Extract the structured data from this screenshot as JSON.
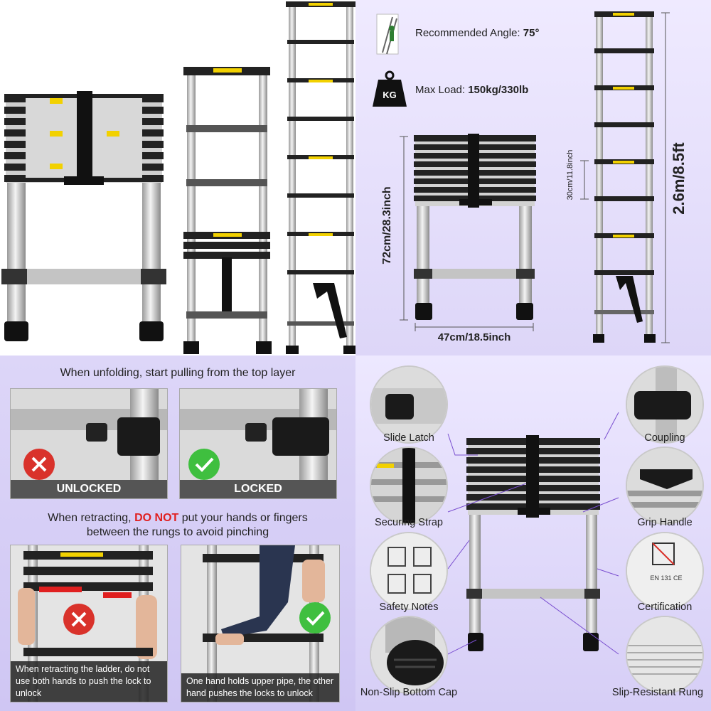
{
  "specs": {
    "angle_label": "Recommended Angle:",
    "angle_value": "75°",
    "load_label": "Max Load:",
    "load_value": "150kg/330lb",
    "kg_icon_text": "KG"
  },
  "dimensions": {
    "closed_height": "72cm/28.3inch",
    "width": "47cm/18.5inch",
    "rung_spacing": "30cm/11.8inch",
    "extended_height": "2.6m/8.5ft"
  },
  "instructions": {
    "unfold_header": "When unfolding, start pulling from the top layer",
    "unlocked_label": "UNLOCKED",
    "locked_label": "LOCKED",
    "retract_before": "When retracting,",
    "retract_warning": "DO NOT",
    "retract_after": "put your hands or fingers",
    "retract_line2": "between the rungs to avoid pinching",
    "wrong_caption": "When retracting the ladder, do not use both hands to push the lock to unlock",
    "right_caption": "One hand holds upper pipe, the other hand pushes the locks to unlock"
  },
  "features": {
    "slide_latch": "Slide Latch",
    "securing_strap": "Securing Strap",
    "safety_notes": "Safety Notes",
    "non_slip_cap": "Non-Slip Bottom Cap",
    "coupling": "Coupling",
    "grip_handle": "Grip Handle",
    "certification": "Certification",
    "certification_text": "EN 131 CE",
    "slip_resistant_rung": "Slip-Resistant Rung"
  },
  "colors": {
    "lavender": "#ddd6f8",
    "warning_red": "#e02020",
    "cross_red": "#d9322b",
    "check_green": "#3fbf3f",
    "bar_gray": "#555555"
  }
}
